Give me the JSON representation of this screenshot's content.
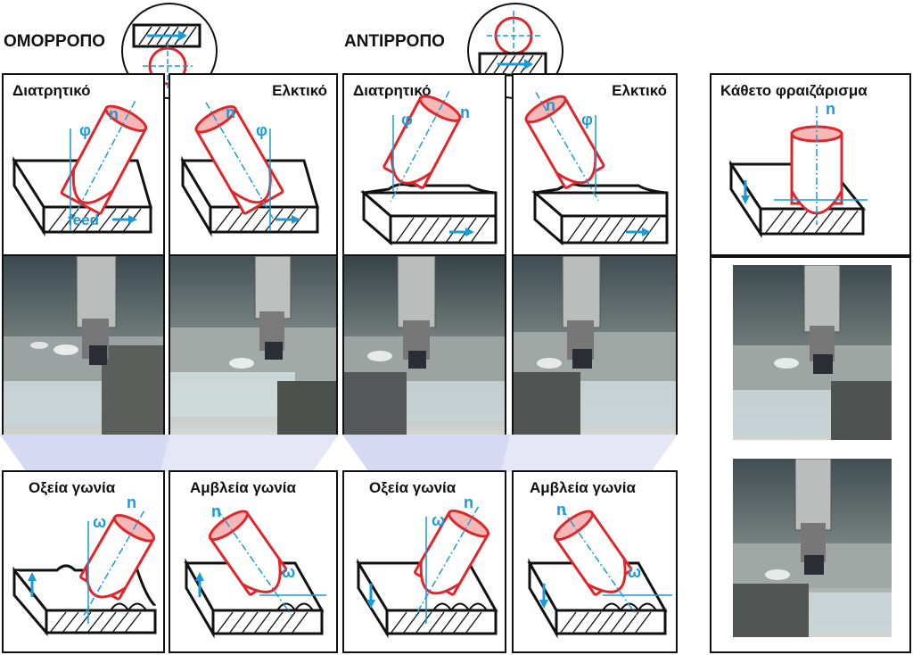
{
  "headings": {
    "left": "ΟΜΟΡΡΟΠΟ",
    "middle": "ΑΝΤΙΡΡΟΠΟ",
    "right": "Κάθετο φραιζάρισμα"
  },
  "top_panels": [
    {
      "label": "Διατρητικό"
    },
    {
      "label": "Ελκτικό"
    },
    {
      "label": "Διατρητικό"
    },
    {
      "label": "Ελκτικό"
    }
  ],
  "bottom_panels": [
    {
      "label": "Οξεία γωνία"
    },
    {
      "label": "Αμβλεία γωνία"
    },
    {
      "label": "Οξεία γωνία"
    },
    {
      "label": "Αμβλεία γωνία"
    }
  ],
  "symbols": {
    "rotation": "n",
    "tilt_angle": "φ",
    "lead_angle": "ω",
    "feed": "feed"
  },
  "colors": {
    "tool_outline": "#e0262b",
    "tool_fill": "#f6b7b7",
    "annotation": "#1a9ad6",
    "line": "#111111",
    "fan": "#cfd3ef"
  }
}
